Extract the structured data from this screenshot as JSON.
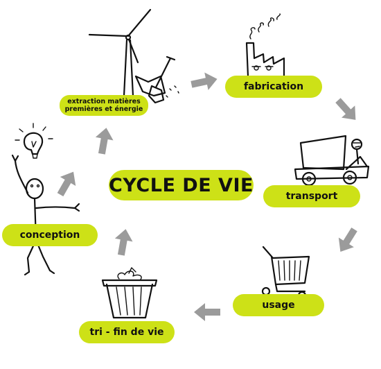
{
  "diagram": {
    "title": "CYCLE DE VIE",
    "stages": {
      "extraction": {
        "line1": "extraction matières",
        "line2": "premières et énergie",
        "icon": "wind-turbine-shovel-icon"
      },
      "fabrication": {
        "label": "fabrication",
        "icon": "factory-icon"
      },
      "transport": {
        "label": "transport",
        "icon": "truck-icon"
      },
      "usage": {
        "label": "usage",
        "icon": "shopping-cart-icon"
      },
      "fin_de_vie": {
        "label": "tri - fin de vie",
        "icon": "trash-bin-icon"
      },
      "conception": {
        "label": "conception",
        "icon": "person-lightbulb-icon"
      }
    },
    "colors": {
      "label_background": "#cde117",
      "arrow": "#9b9b9b",
      "ink": "#111111"
    }
  }
}
